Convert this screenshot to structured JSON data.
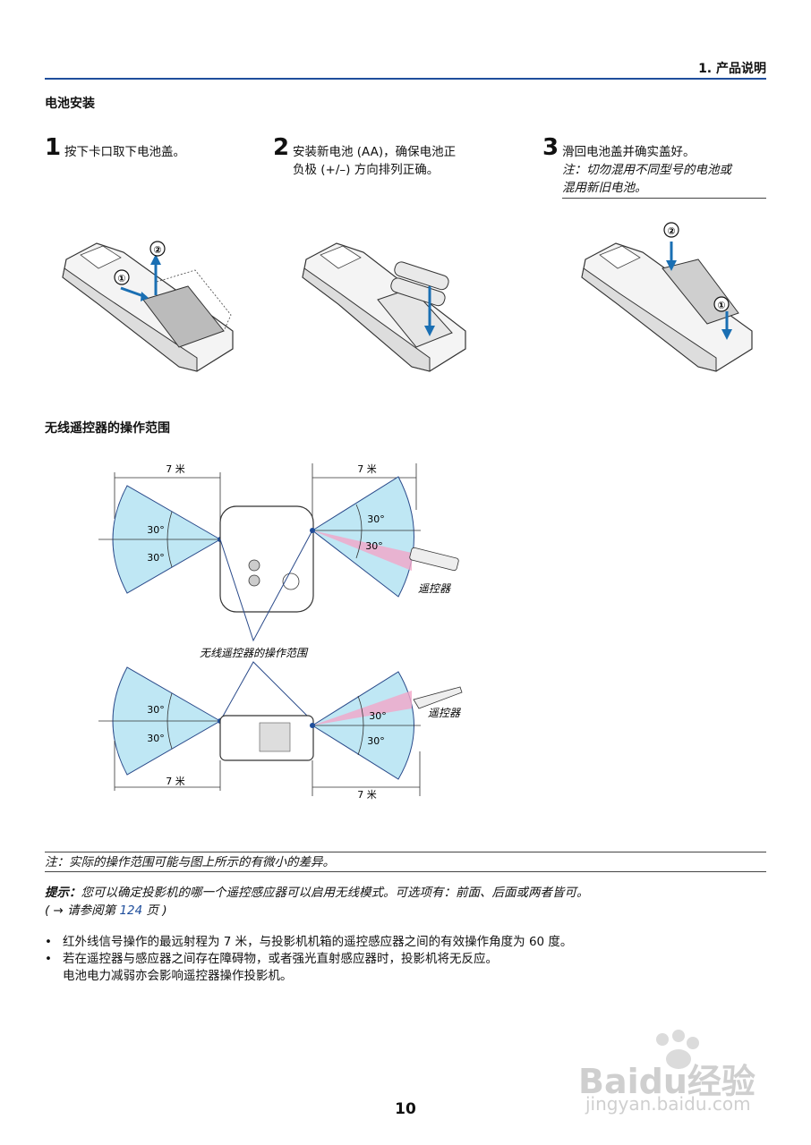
{
  "header": {
    "chapter": "1. 产品说明"
  },
  "battery_section": {
    "title": "电池安装",
    "steps": [
      {
        "num": "1",
        "lines": [
          "按下卡口取下电池盖。"
        ]
      },
      {
        "num": "2",
        "lines": [
          "安装新电池 (AA)，确保电池正",
          "负极 (+/–) 方向排列正确。"
        ]
      },
      {
        "num": "3",
        "lines": [
          "滑回电池盖并确实盖好。"
        ],
        "note_lines": [
          "注：切勿混用不同型号的电池或",
          "混用新旧电池。"
        ]
      }
    ],
    "markers": {
      "one": "①",
      "two": "②"
    }
  },
  "range_section": {
    "title": "无线遥控器的操作范围",
    "distance": "7 米",
    "angle": "30°",
    "remote_label": "遥控器",
    "range_caption": "无线遥控器的操作范围"
  },
  "note": "注：实际的操作范围可能与图上所示的有微小的差异。",
  "tip": {
    "label": "提示：",
    "text": "您可以确定投影机的哪一个遥控感应器可以启用无线模式。可选项有：前面、后面或两者皆可。",
    "ref_prefix": "( → 请参阅第 ",
    "ref_page": "124",
    "ref_suffix": " 页 )"
  },
  "bullets": {
    "marker": "•",
    "items": [
      [
        "红外线信号操作的最远射程为 7 米，与投影机机箱的遥控感应器之间的有效操作角度为 60 度。"
      ],
      [
        "若在遥控器与感应器之间存在障碍物，或者强光直射感应器时，投影机将无反应。",
        "电池电力减弱亦会影响遥控器操作投影机。"
      ]
    ]
  },
  "page_number": "10",
  "watermark": {
    "brand": "Baidu经验",
    "url": "jingyan.baidu.com"
  },
  "colors": {
    "accent": "#1f4e9c",
    "range_fill": "#bfe7f4",
    "remote_zone": "#f2a6c8"
  }
}
